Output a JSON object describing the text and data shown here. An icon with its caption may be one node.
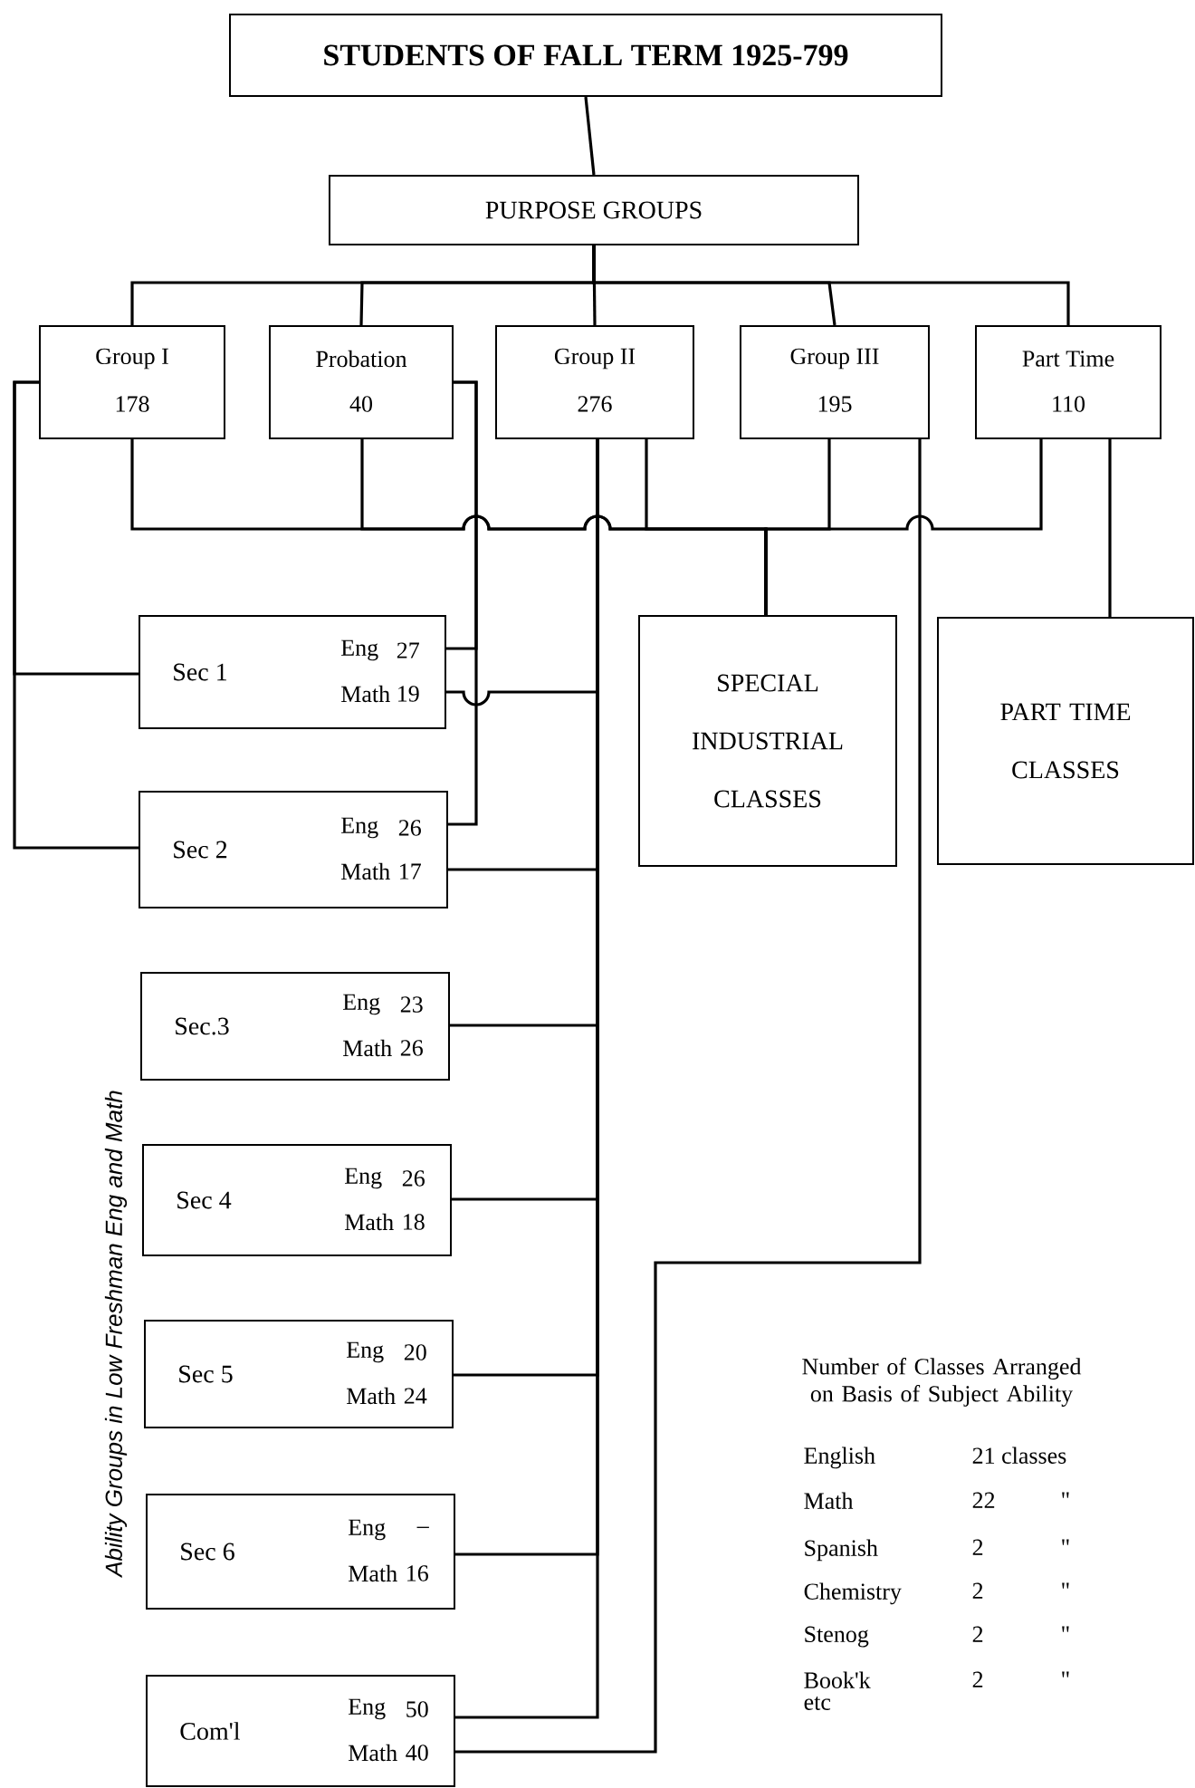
{
  "diagram": {
    "nodes": [
      {
        "text": [
          "STUDENTS OF FALL TERM 1925-799"
        ]
      },
      {
        "text": [
          "PURPOSE GROUPS"
        ]
      },
      {
        "text": [
          "Group I",
          "178"
        ]
      },
      {
        "text": [
          "Probation",
          "40"
        ]
      },
      {
        "text": [
          "Group II",
          "276"
        ]
      },
      {
        "text": [
          "Group III",
          "195"
        ]
      },
      {
        "text": [
          "Part Time",
          "110"
        ]
      },
      {
        "text": [
          "Sec 1",
          "Eng",
          "27",
          "Math",
          "19"
        ]
      },
      {
        "text": [
          "Sec 2",
          "Eng",
          "26",
          "Math",
          "17"
        ]
      },
      {
        "text": [
          "Sec.3",
          "Eng",
          "23",
          "Math",
          "26"
        ]
      },
      {
        "text": [
          "Sec 4",
          "Eng",
          "26",
          "Math",
          "18"
        ]
      },
      {
        "text": [
          "Sec 5",
          "Eng",
          "20",
          "Math",
          "24"
        ]
      },
      {
        "text": [
          "Sec 6",
          "Eng",
          "–",
          "Math",
          "16"
        ]
      },
      {
        "text": [
          "Com'l",
          "Eng",
          "50",
          "Math",
          "40"
        ]
      },
      {
        "text": [
          "SPECIAL INDUSTRIAL CLASSES"
        ]
      },
      {
        "text": [
          "PART TIME CLASSES"
        ]
      }
    ],
    "edges": [
      {
        "from": 0,
        "to": 1,
        "arrow": "none"
      },
      {
        "from": 1,
        "to": 2,
        "arrow": "none"
      },
      {
        "from": 1,
        "to": 3,
        "arrow": "none"
      },
      {
        "from": 1,
        "to": 4,
        "arrow": "none"
      },
      {
        "from": 1,
        "to": 5,
        "arrow": "none"
      },
      {
        "from": 1,
        "to": 6,
        "arrow": "none"
      },
      {
        "from": 2,
        "to": 14,
        "arrow": "none"
      },
      {
        "from": 3,
        "to": 14,
        "arrow": "none"
      },
      {
        "from": 4,
        "to": 14,
        "arrow": "none"
      },
      {
        "from": 5,
        "to": 14,
        "arrow": "none"
      },
      {
        "from": 6,
        "to": 14,
        "arrow": "none"
      },
      {
        "from": 6,
        "to": 15,
        "arrow": "none"
      },
      {
        "from": 2,
        "to": 7,
        "arrow": "none"
      },
      {
        "from": 2,
        "to": 8,
        "arrow": "none"
      },
      {
        "from": 3,
        "to": 7,
        "arrow": "none"
      },
      {
        "from": 3,
        "to": 8,
        "arrow": "none"
      },
      {
        "from": 4,
        "to": 7,
        "arrow": "none"
      },
      {
        "from": 4,
        "to": 8,
        "arrow": "none"
      },
      {
        "from": 4,
        "to": 9,
        "arrow": "none"
      },
      {
        "from": 4,
        "to": 10,
        "arrow": "none"
      },
      {
        "from": 4,
        "to": 11,
        "arrow": "none"
      },
      {
        "from": 4,
        "to": 12,
        "arrow": "none"
      },
      {
        "from": 4,
        "to": 13,
        "arrow": "none"
      },
      {
        "from": 5,
        "to": 13,
        "arrow": "none"
      }
    ],
    "labels": [
      "Ability Groups in Low Freshman Eng and Math",
      "Number of Classes Arranged on Basis of Subject Ability",
      "English",
      "21 classes",
      "Math",
      "22",
      "\"",
      "Spanish",
      "2",
      "\"",
      "Chemistry",
      "2",
      "\"",
      "Stenog",
      "2",
      "\"",
      "Book'k etc",
      "2",
      "\""
    ]
  }
}
